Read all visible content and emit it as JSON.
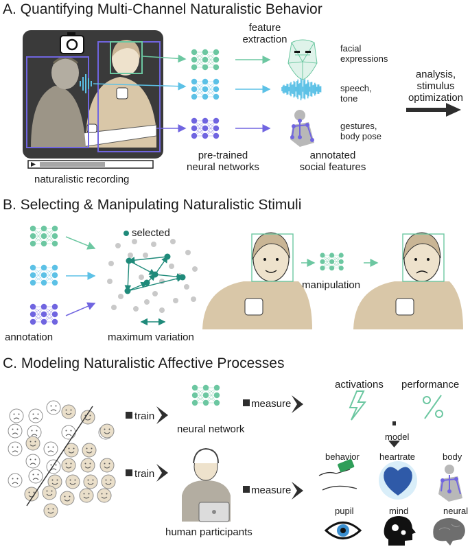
{
  "colors": {
    "green": "#6cc7a1",
    "cyan": "#5cc1e6",
    "purple": "#7065e0",
    "teal": "#1f8a7a",
    "grey": "#c9c9c9",
    "beige": "#d9c7a8",
    "dark": "#2e2e2e"
  },
  "section_a": {
    "heading": "A.  Quantifying Multi-Channel Naturalistic Behavior",
    "recording_label": "naturalistic recording",
    "feature_extraction": "feature\nextraction",
    "networks_label": "pre-trained\nneural networks",
    "facial": "facial\nexpressions",
    "speech": "speech,\ntone",
    "gestures": "gestures,\nbody pose",
    "annotated": "annotated\nsocial features",
    "analysis": "analysis,\nstimulus\noptimization"
  },
  "section_b": {
    "heading": "B.  Selecting & Manipulating Naturalistic Stimuli",
    "selected": "selected",
    "annotation": "annotation",
    "max_variation": "maximum variation",
    "manipulation": "manipulation"
  },
  "section_c": {
    "heading": "C.  Modeling Naturalistic Affective Processes",
    "train": "train",
    "train2": "train",
    "measure": "measure",
    "measure2": "measure",
    "neural_network": "neural network",
    "human_participants": "human participants",
    "activations": "activations",
    "performance": "performance",
    "model": "model",
    "behavior": "behavior",
    "heartrate": "heartrate",
    "body": "body",
    "pupil": "pupil",
    "mind": "mind",
    "neural": "neural"
  },
  "icons": [
    "camera-icon",
    "play-icon",
    "lightning-icon",
    "percent-icon",
    "eye-icon",
    "heart-icon",
    "head-gears-icon",
    "brain-icon",
    "money-hand-icon",
    "skeleton-icon"
  ]
}
